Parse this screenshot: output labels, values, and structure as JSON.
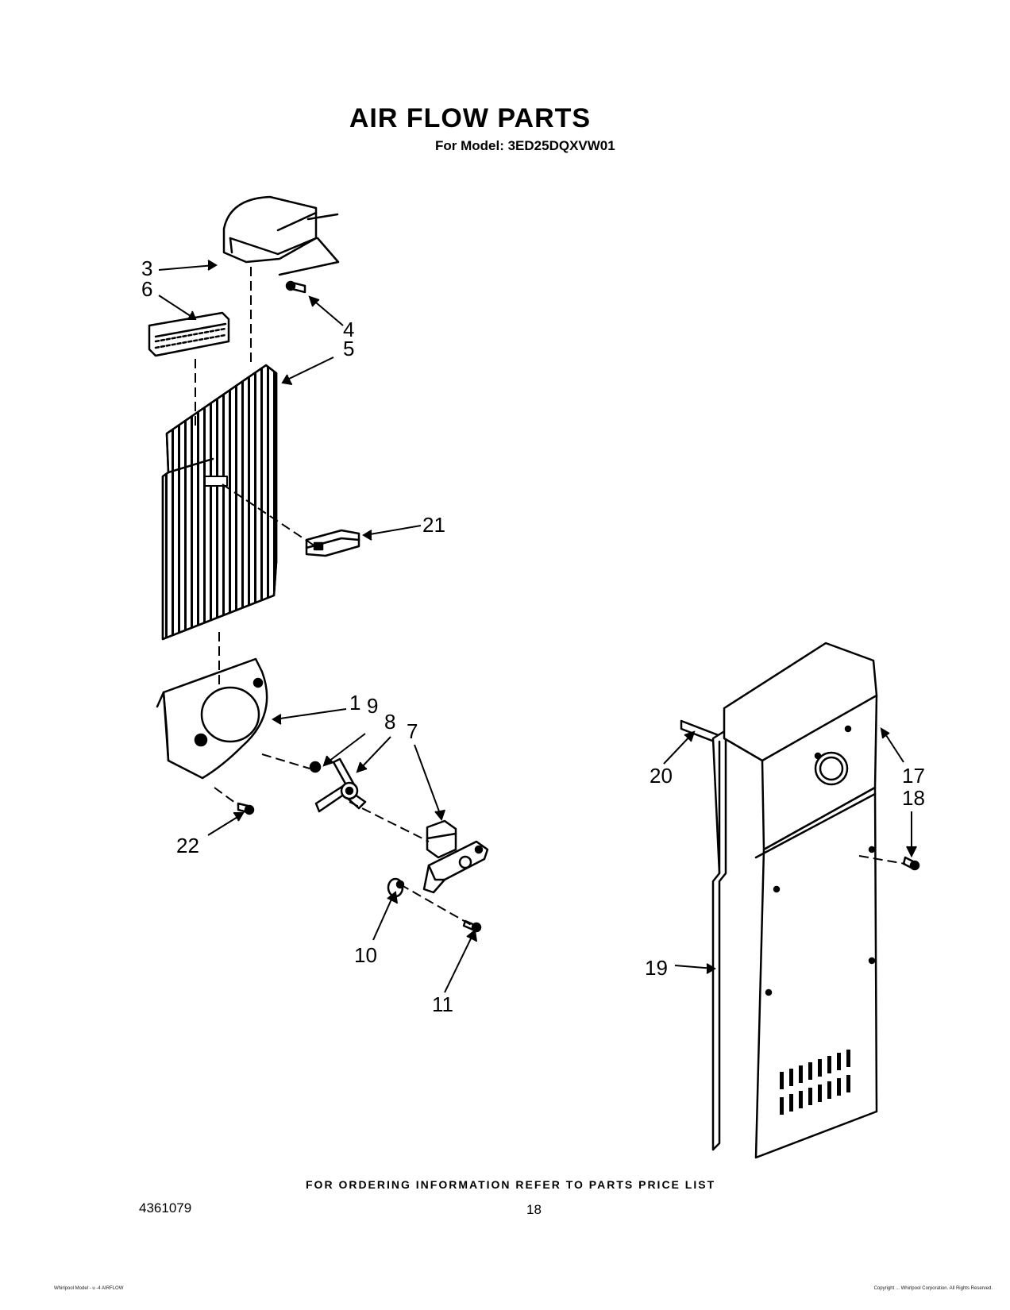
{
  "header": {
    "title": "AIR FLOW PARTS",
    "model_line": "For Model: 3ED25DQXVW01"
  },
  "callouts": {
    "n1": "1",
    "n3": "3",
    "n4": "4",
    "n5": "5",
    "n6": "6",
    "n7": "7",
    "n8": "8",
    "n9": "9",
    "n10": "10",
    "n11": "11",
    "n17": "17",
    "n18": "18",
    "n19": "19",
    "n20": "20",
    "n21": "21",
    "n22": "22"
  },
  "footer": {
    "ordering_note": "FOR ORDERING INFORMATION REFER TO PARTS PRICE LIST",
    "doc_number": "4361079",
    "page_number": "18",
    "fine_left": "Whirlpool Model - u -4 AIRFLOW",
    "fine_right": "Copyright ... Whirlpool Corporation. All Rights Reserved."
  }
}
